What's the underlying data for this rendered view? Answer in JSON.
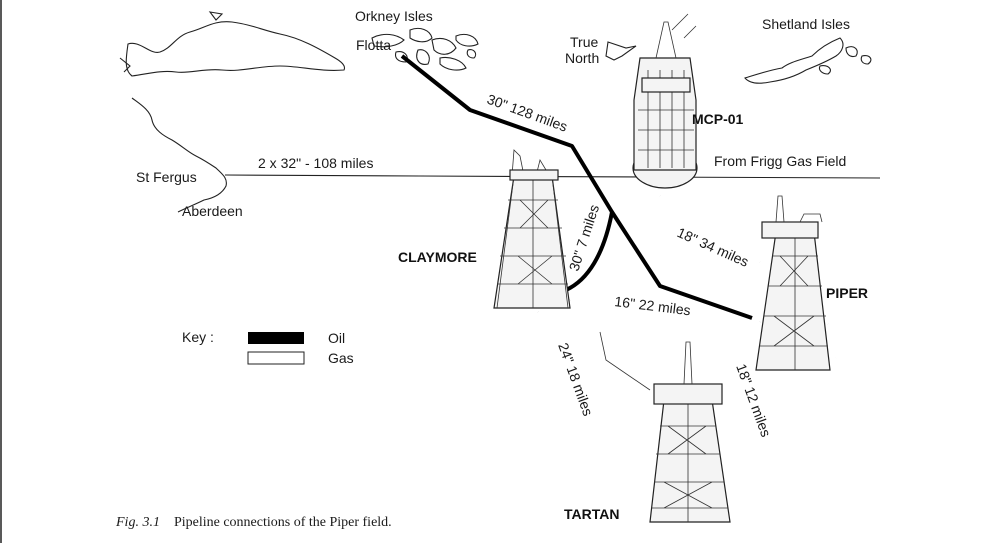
{
  "figure": {
    "caption_label": "Fig. 3.1",
    "caption_text": "Pipeline connections of the Piper field."
  },
  "places": {
    "orkney": "Orkney Isles",
    "flotta": "Flotta",
    "shetland": "Shetland Isles",
    "st_fergus": "St Fergus",
    "aberdeen": "Aberdeen",
    "true_north": [
      "True",
      "North"
    ],
    "frigg": "From Frigg Gas Field"
  },
  "platforms": {
    "mcp01": "MCP-01",
    "claymore": "CLAYMORE",
    "piper": "PIPER",
    "tartan": "TARTAN"
  },
  "pipelines": {
    "flotta_oil": "30\" 128 miles",
    "stfergus_gas": "2 x 32\" - 108 miles",
    "claymore_oil": "30\" 7 miles",
    "mcp_piper_gas": "18\" 34 miles",
    "claymore_piper_gas": "16\" 22 miles",
    "claymore_tartan_gas": "24\" 18 miles",
    "piper_tartan_gas": "18\" 12 miles"
  },
  "key": {
    "title": "Key :",
    "oil": "Oil",
    "gas": "Gas"
  }
}
